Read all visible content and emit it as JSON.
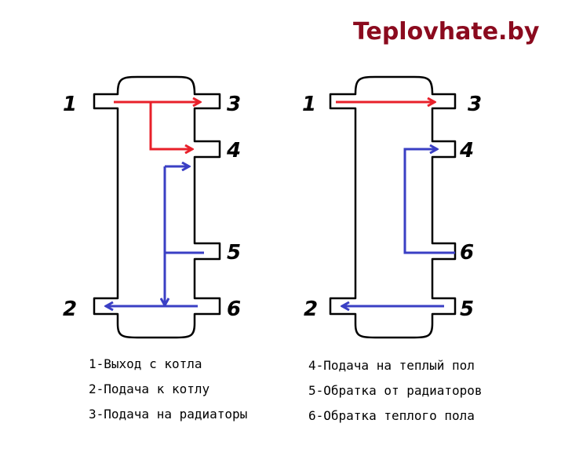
{
  "brand": {
    "text": "Teplovhate.by",
    "color": "#8b0a1e"
  },
  "colors": {
    "hot": "#e8202a",
    "cold": "#3a3fc4",
    "outline": "#000000"
  },
  "left_tank": {
    "ports": {
      "p1": "1",
      "p2": "2",
      "p3": "3",
      "p4": "4",
      "p5": "5",
      "p6": "6"
    }
  },
  "right_tank": {
    "ports": {
      "p1": "1",
      "p2": "2",
      "p3": "3",
      "p4": "4",
      "p5": "6",
      "p6": "5"
    }
  },
  "legend": {
    "col1": [
      "1-Выход с котла",
      "2-Подача к котлу",
      "3-Подача на радиаторы"
    ],
    "col2": [
      "4-Подача на теплый пол",
      "5-Обратка от радиаторов",
      "6-Обратка теплого пола"
    ]
  }
}
